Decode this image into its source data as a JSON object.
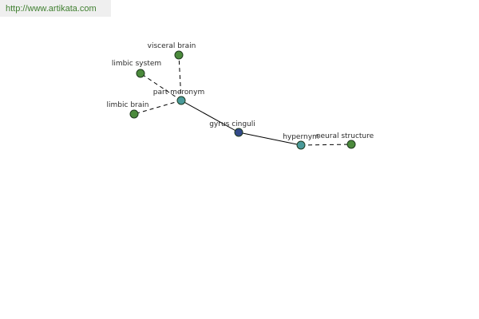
{
  "banner": {
    "url_text": "http://www.artikata.com"
  },
  "colors": {
    "banner_text": "#3f7f2f",
    "node_leaf": "#4b8a3c",
    "node_relation": "#4a9a9a",
    "node_center": "#334a8a"
  },
  "graph": {
    "nodes": [
      {
        "id": "visceral-brain",
        "label": "visceral brain",
        "kind": "leaf"
      },
      {
        "id": "limbic-system",
        "label": "limbic system",
        "kind": "leaf"
      },
      {
        "id": "limbic-brain",
        "label": "limbic brain",
        "kind": "leaf"
      },
      {
        "id": "part-meronym",
        "label": "part meronym",
        "kind": "relation"
      },
      {
        "id": "gyrus-cinguli",
        "label": "gyrus cinguli",
        "kind": "center"
      },
      {
        "id": "hypernym",
        "label": "hypernym",
        "kind": "relation"
      },
      {
        "id": "neural-structure",
        "label": "neural structure",
        "kind": "leaf"
      }
    ],
    "edges": [
      {
        "from": "part-meronym",
        "to": "visceral-brain",
        "style": "dashed"
      },
      {
        "from": "part-meronym",
        "to": "limbic-system",
        "style": "dashed"
      },
      {
        "from": "part-meronym",
        "to": "limbic-brain",
        "style": "dashed"
      },
      {
        "from": "gyrus-cinguli",
        "to": "part-meronym",
        "style": "solid"
      },
      {
        "from": "gyrus-cinguli",
        "to": "hypernym",
        "style": "solid"
      },
      {
        "from": "hypernym",
        "to": "neural-structure",
        "style": "dashed"
      }
    ]
  }
}
